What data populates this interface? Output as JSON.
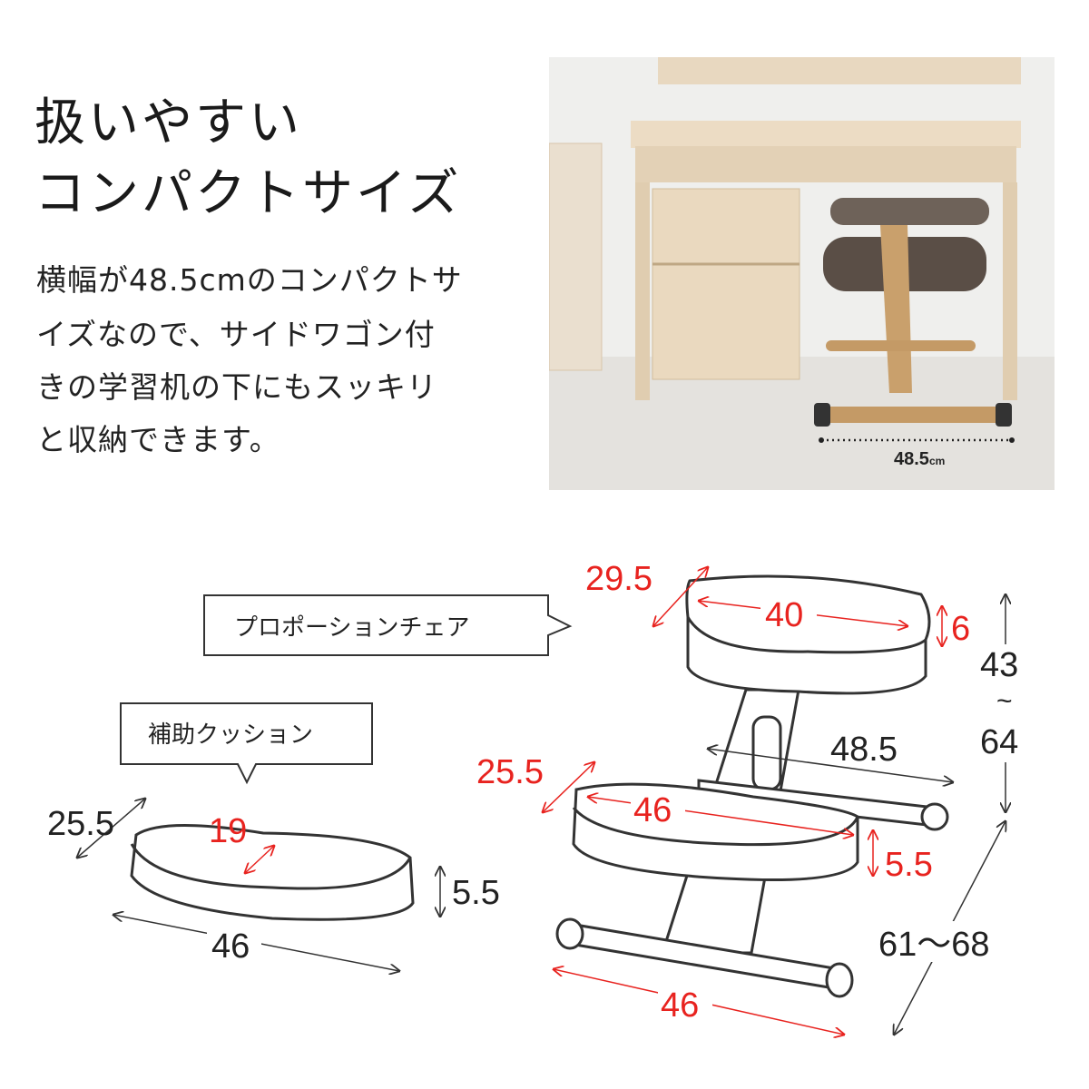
{
  "heading": {
    "line1": "扱いやすい",
    "line2": "コンパクトサイズ"
  },
  "description": [
    "横幅が48.5cmのコンパクトサ",
    "イズなので、サイドワゴン付",
    "きの学習机の下にもスッキリ",
    "と収納できます。"
  ],
  "photo": {
    "width_label": "48.5",
    "width_unit": "cm"
  },
  "diagram": {
    "callout_chair": "プロポーションチェア",
    "callout_cushion": "補助クッション",
    "cushion": {
      "depth": "25.5",
      "length_top": "19",
      "height": "5.5",
      "width": "46"
    },
    "chair": {
      "seat_depth": "29.5",
      "seat_width": "40",
      "seat_thickness": "6",
      "seat_height_min": "43",
      "seat_height_sep": "~",
      "seat_height_max": "64",
      "overall_width": "48.5",
      "knee_depth": "25.5",
      "knee_width": "46",
      "knee_thickness": "5.5",
      "base_width": "46",
      "overall_depth": "61〜68"
    },
    "accent_color": "#e8231f"
  }
}
